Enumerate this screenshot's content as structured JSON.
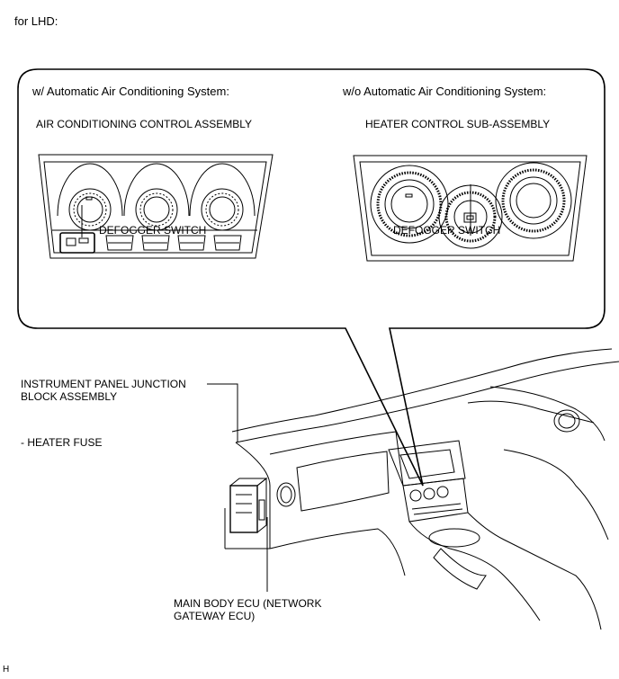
{
  "header": {
    "variant": "for LHD:"
  },
  "callout": {
    "left": {
      "heading": "w/ Automatic Air Conditioning System:",
      "assembly": "AIR CONDITIONING CONTROL ASSEMBLY",
      "switch_label": "DEFOGGER SWITCH"
    },
    "right": {
      "heading": "w/o Automatic Air Conditioning System:",
      "assembly": "HEATER CONTROL SUB-ASSEMBLY",
      "switch_label": "DEFOGGER SWITCH"
    }
  },
  "labels": {
    "junction_block_line1": "INSTRUMENT PANEL JUNCTION",
    "junction_block_line2": "BLOCK ASSEMBLY",
    "heater_fuse": "- HEATER FUSE",
    "ecu_line1": "MAIN BODY ECU (NETWORK",
    "ecu_line2": "GATEWAY ECU)"
  },
  "footer": {
    "code": "H"
  }
}
